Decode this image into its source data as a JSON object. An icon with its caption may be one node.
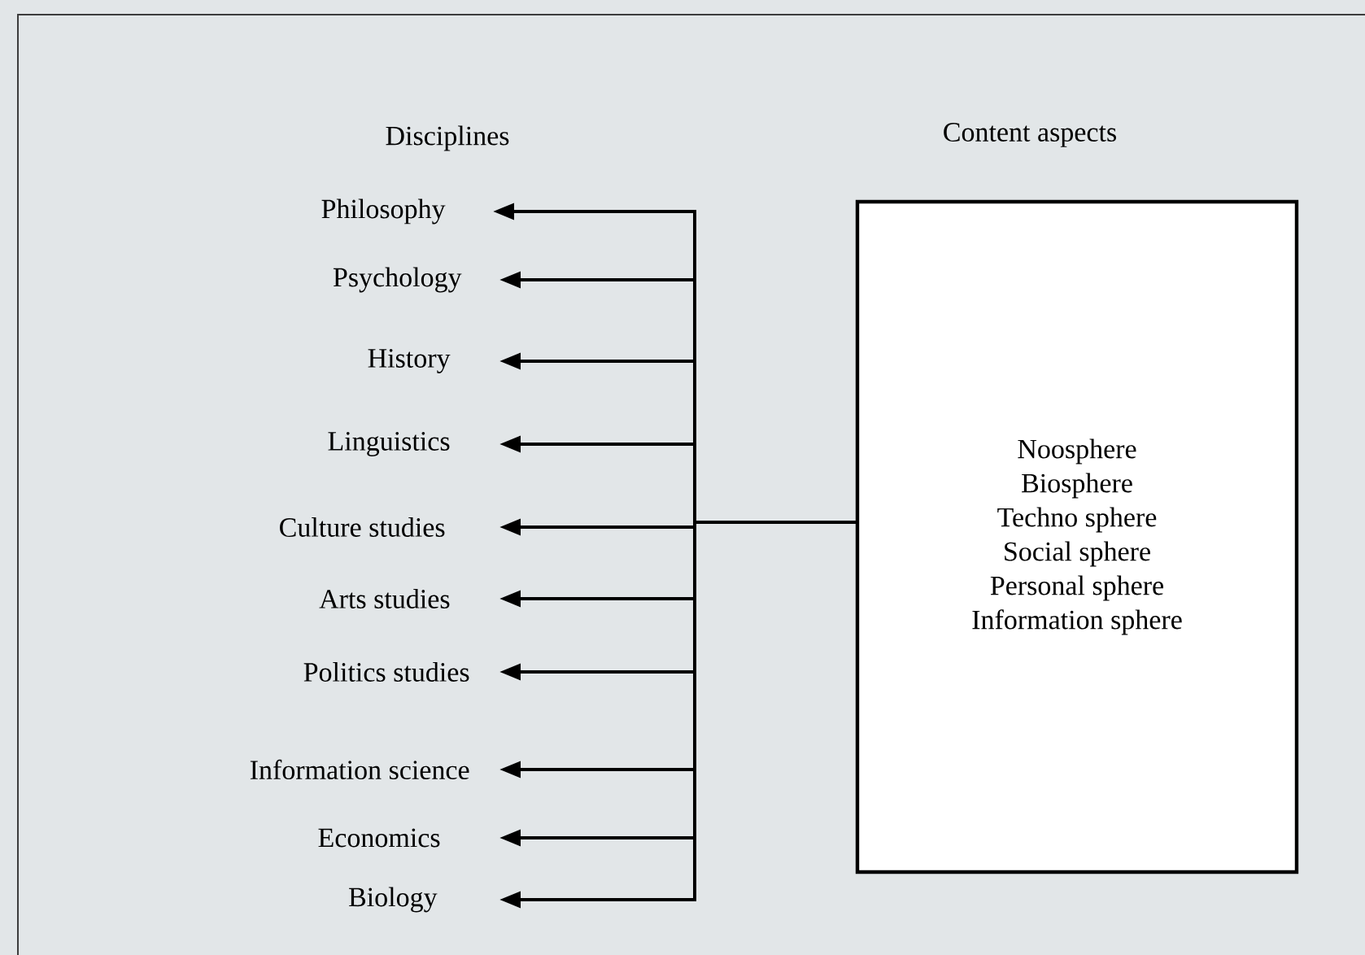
{
  "diagram": {
    "nodes": [
      {
        "text": [
          "Philosophy"
        ]
      },
      {
        "text": [
          "Psychology"
        ]
      },
      {
        "text": [
          "History"
        ]
      },
      {
        "text": [
          "Linguistics"
        ]
      },
      {
        "text": [
          "Culture studies"
        ]
      },
      {
        "text": [
          "Arts studies"
        ]
      },
      {
        "text": [
          "Politics studies"
        ]
      },
      {
        "text": [
          "Information science"
        ]
      },
      {
        "text": [
          "Economics"
        ]
      },
      {
        "text": [
          "Biology"
        ]
      },
      {
        "text": [
          "Content aspects",
          "Noosphere",
          "Biosphere",
          "Techno sphere",
          "Social sphere",
          "Personal sphere",
          "Information sphere"
        ]
      }
    ],
    "edges": [
      {
        "from": 10,
        "to": 0,
        "arrow": "to"
      },
      {
        "from": 10,
        "to": 1,
        "arrow": "to"
      },
      {
        "from": 10,
        "to": 2,
        "arrow": "to"
      },
      {
        "from": 10,
        "to": 3,
        "arrow": "to"
      },
      {
        "from": 10,
        "to": 4,
        "arrow": "to"
      },
      {
        "from": 10,
        "to": 5,
        "arrow": "to"
      },
      {
        "from": 10,
        "to": 6,
        "arrow": "to"
      },
      {
        "from": 10,
        "to": 7,
        "arrow": "to"
      },
      {
        "from": 10,
        "to": 8,
        "arrow": "to"
      },
      {
        "from": 10,
        "to": 9,
        "arrow": "to"
      }
    ],
    "labels": [
      "Disciplines"
    ]
  }
}
